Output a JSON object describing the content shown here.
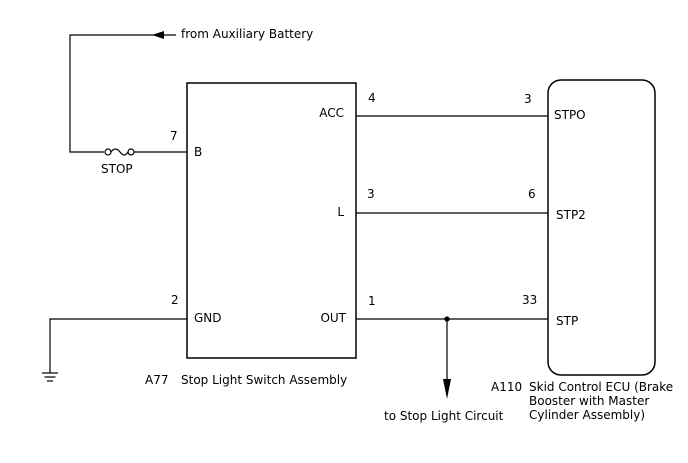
{
  "source_label": "from Auxiliary Battery",
  "fuse_label": "STOP",
  "switch": {
    "code": "A77",
    "name": "Stop Light Switch Assembly",
    "pins": [
      {
        "num": "7",
        "name": "B"
      },
      {
        "num": "4",
        "name": "ACC"
      },
      {
        "num": "3",
        "name": "L"
      },
      {
        "num": "2",
        "name": "GND"
      },
      {
        "num": "1",
        "name": "OUT"
      }
    ]
  },
  "ecu": {
    "code": "A110",
    "name_lines": [
      "Skid Control ECU (Brake",
      "Booster with Master",
      "Cylinder Assembly)"
    ],
    "pins": [
      {
        "num": "3",
        "name": "STPO"
      },
      {
        "num": "6",
        "name": "STP2"
      },
      {
        "num": "33",
        "name": "STP"
      }
    ]
  },
  "branch_label": "to Stop Light Circuit"
}
